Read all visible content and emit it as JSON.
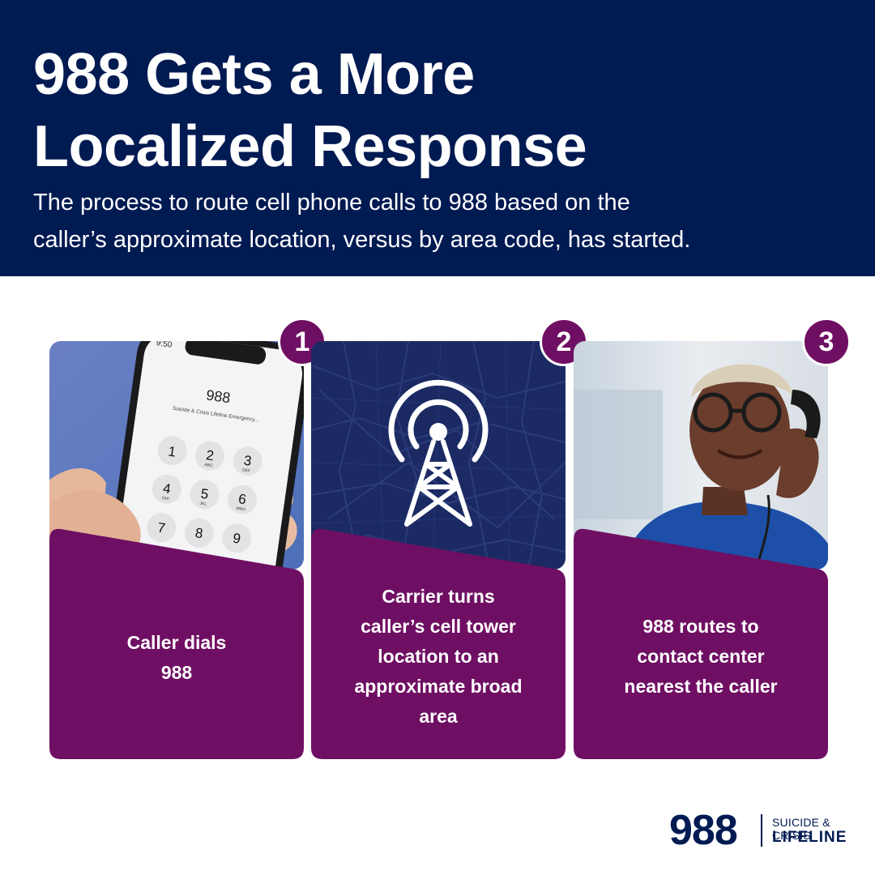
{
  "header": {
    "title_line1": "988 Gets a More",
    "title_line2": "Localized Response",
    "subtitle_line1": "The process to route cell phone calls to 988 based on the",
    "subtitle_line2": "caller’s approximate location, versus by area code, has started."
  },
  "cards": [
    {
      "number": "1",
      "text_lines": [
        "Caller dials",
        "988"
      ],
      "phone_screen": {
        "time": "9:50",
        "dialed": "988",
        "caption": "Suicide & Crisis Lifeline Emergency...",
        "keys": [
          {
            "digit": "1",
            "letters": ""
          },
          {
            "digit": "2",
            "letters": "ABC"
          },
          {
            "digit": "3",
            "letters": "DEF"
          },
          {
            "digit": "4",
            "letters": "GHI"
          },
          {
            "digit": "5",
            "letters": "JKL"
          },
          {
            "digit": "6",
            "letters": "MNO"
          },
          {
            "digit": "7",
            "letters": ""
          },
          {
            "digit": "8",
            "letters": ""
          },
          {
            "digit": "9",
            "letters": ""
          }
        ]
      }
    },
    {
      "number": "2",
      "text_lines": [
        "Carrier turns",
        "caller’s cell tower",
        "location to an",
        "approximate broad",
        "area"
      ],
      "icon": "cell-tower-icon"
    },
    {
      "number": "3",
      "text_lines": [
        "988 routes to",
        "contact center",
        "nearest the caller"
      ]
    }
  ],
  "logo": {
    "number": "988",
    "line1": "SUICIDE & CRISIS",
    "line2": "LIFELINE"
  },
  "colors": {
    "navy": "#001a52",
    "purple": "#6f0f63",
    "white": "#ffffff"
  }
}
